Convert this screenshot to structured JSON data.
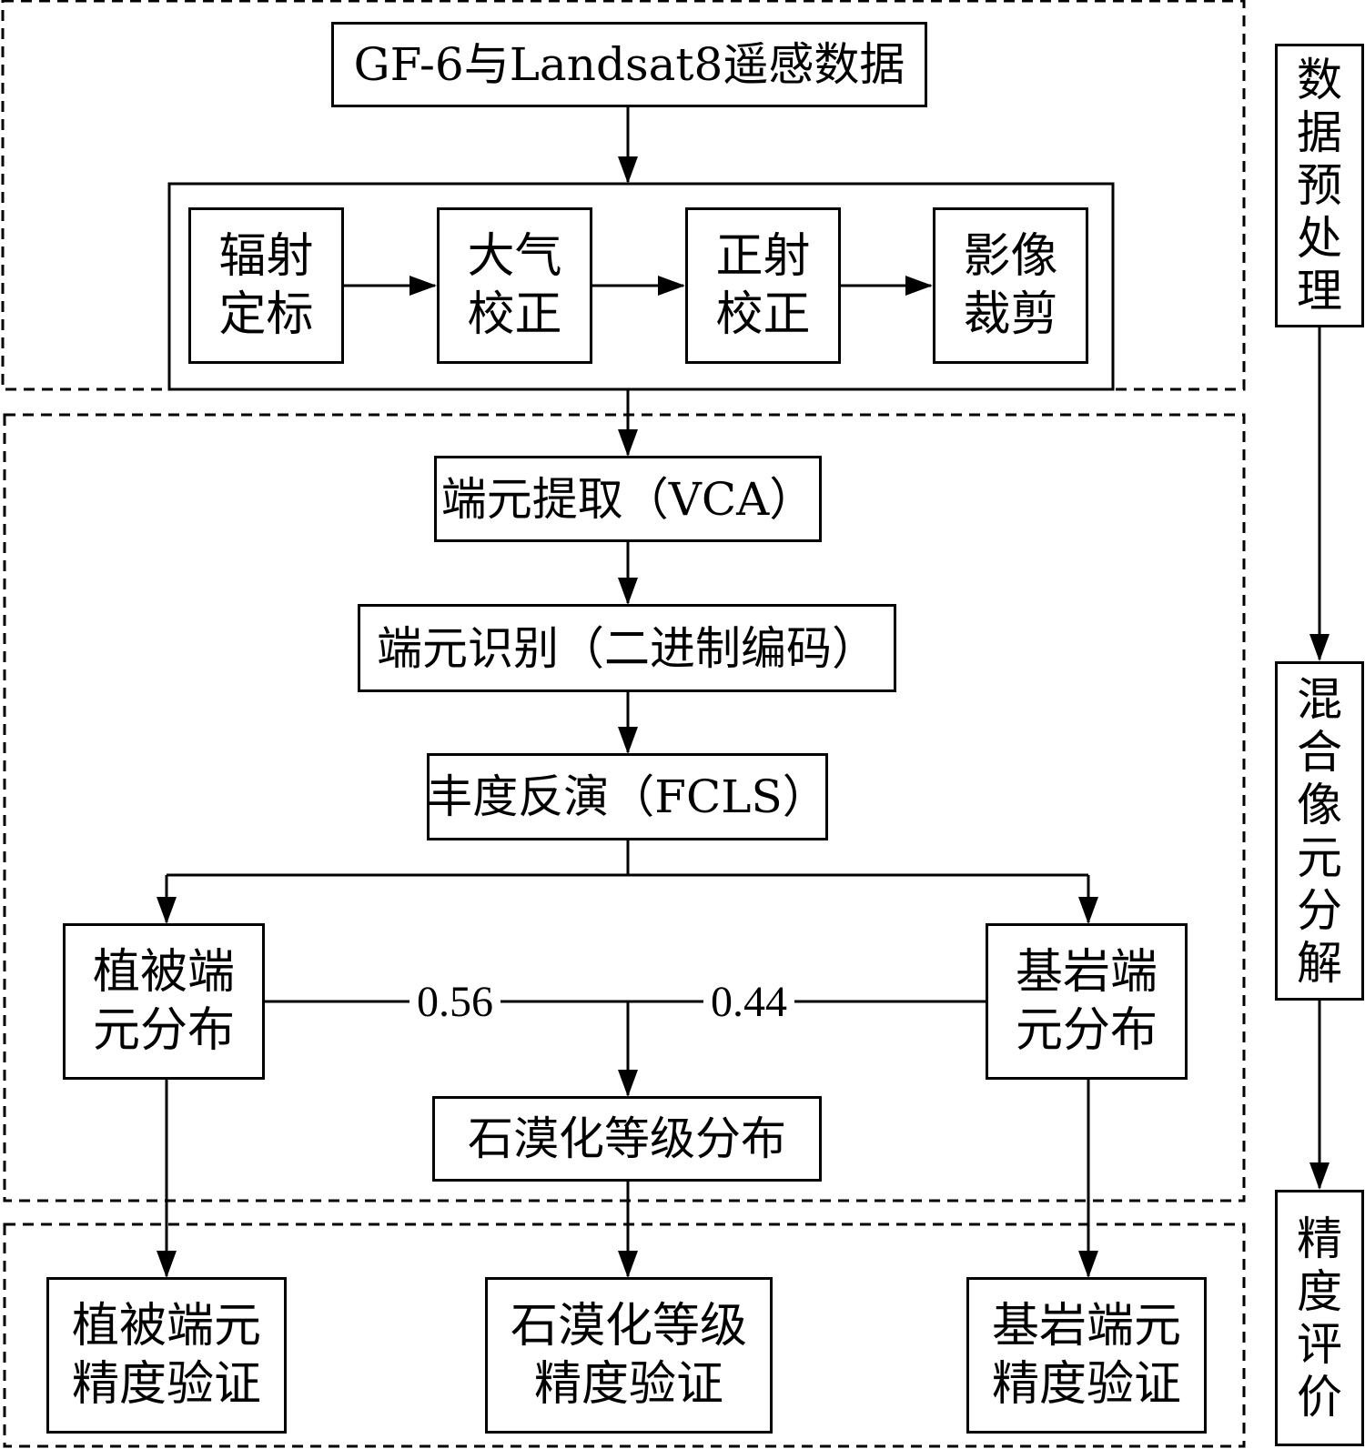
{
  "source_data": {
    "label": "GF-6与Landsat8遥感数据"
  },
  "preprocess_steps": [
    {
      "label": "辐射\n定标"
    },
    {
      "label": "大气\n校正"
    },
    {
      "label": "正射\n校正"
    },
    {
      "label": "影像\n裁剪"
    }
  ],
  "unmixing": {
    "endmember_extraction": "端元提取（VCA）",
    "endmember_identification": "端元识别（二进制编码）",
    "abundance_inversion": "丰度反演（FCLS）",
    "vegetation_distribution": "植被端\n元分布",
    "bedrock_distribution": "基岩端\n元分布",
    "vegetation_weight": "0.56",
    "bedrock_weight": "0.44",
    "desertification_distribution": "石漠化等级分布"
  },
  "validation": {
    "vegetation_accuracy": "植被端元\n精度验证",
    "desertification_accuracy": "石漠化等级\n精度验证",
    "bedrock_accuracy": "基岩端元\n精度验证"
  },
  "stages": {
    "preprocessing": "数据预处理",
    "mixed_pixel_decomposition": "混合像元分解",
    "accuracy_evaluation": "精度评价"
  }
}
